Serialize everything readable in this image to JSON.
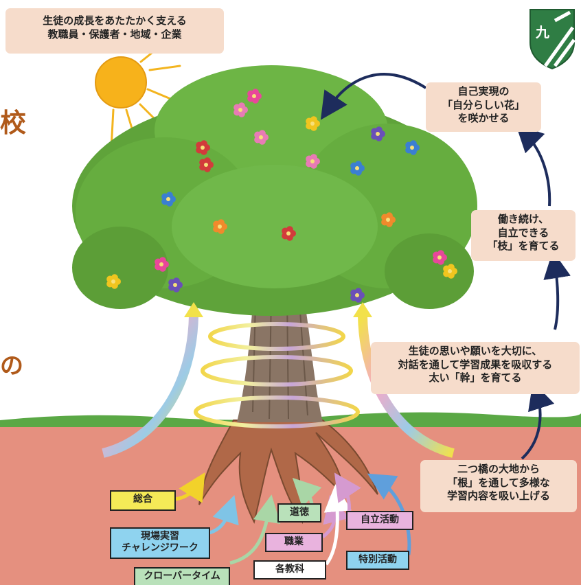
{
  "header_box": {
    "line1": "生徒の成長をあたたかく支える",
    "line2": "教職員・保護者・地域・企業"
  },
  "partial_text": {
    "kou": "校",
    "no": "の"
  },
  "steps": {
    "flower": {
      "line1": "自己実現の",
      "line2": "「自分らしい花」",
      "line3": "を咲かせる"
    },
    "branch": {
      "line1": "働き続け、",
      "line2": "自立できる",
      "line3": "「枝」を育てる"
    },
    "trunk": {
      "line1": "生徒の思いや願いを大切に、",
      "line2": "対話を通して学習成果を吸収する",
      "line3": "太い「幹」を育てる"
    },
    "root": {
      "line1": "二つ橋の大地から",
      "line2": "「根」を通して多様な",
      "line3": "学習内容を吸い上げる"
    }
  },
  "tags": {
    "sogo": "総合",
    "genba_line1": "現場実習",
    "genba_line2": "チャレンジワーク",
    "clover": "クローバータイム",
    "dotoku": "道徳",
    "shokugyo": "職業",
    "kakukyouka": "各教科",
    "jiritsu": "自立活動",
    "tokubetsu": "特別活動"
  },
  "colors": {
    "peach_box": "#f6dccb",
    "soil": "#e5907f",
    "grass": "#5aa845",
    "foliage": "#5fa33a",
    "trunk": "#8a7565",
    "tag_yellow": "#f5ea57",
    "tag_blue": "#8fd3ef",
    "tag_green": "#b9e1ba",
    "tag_pink": "#e9b3de",
    "tag_white": "#ffffff",
    "arrow_navy": "#1d2c5c",
    "logo_green": "#2f7d44"
  }
}
